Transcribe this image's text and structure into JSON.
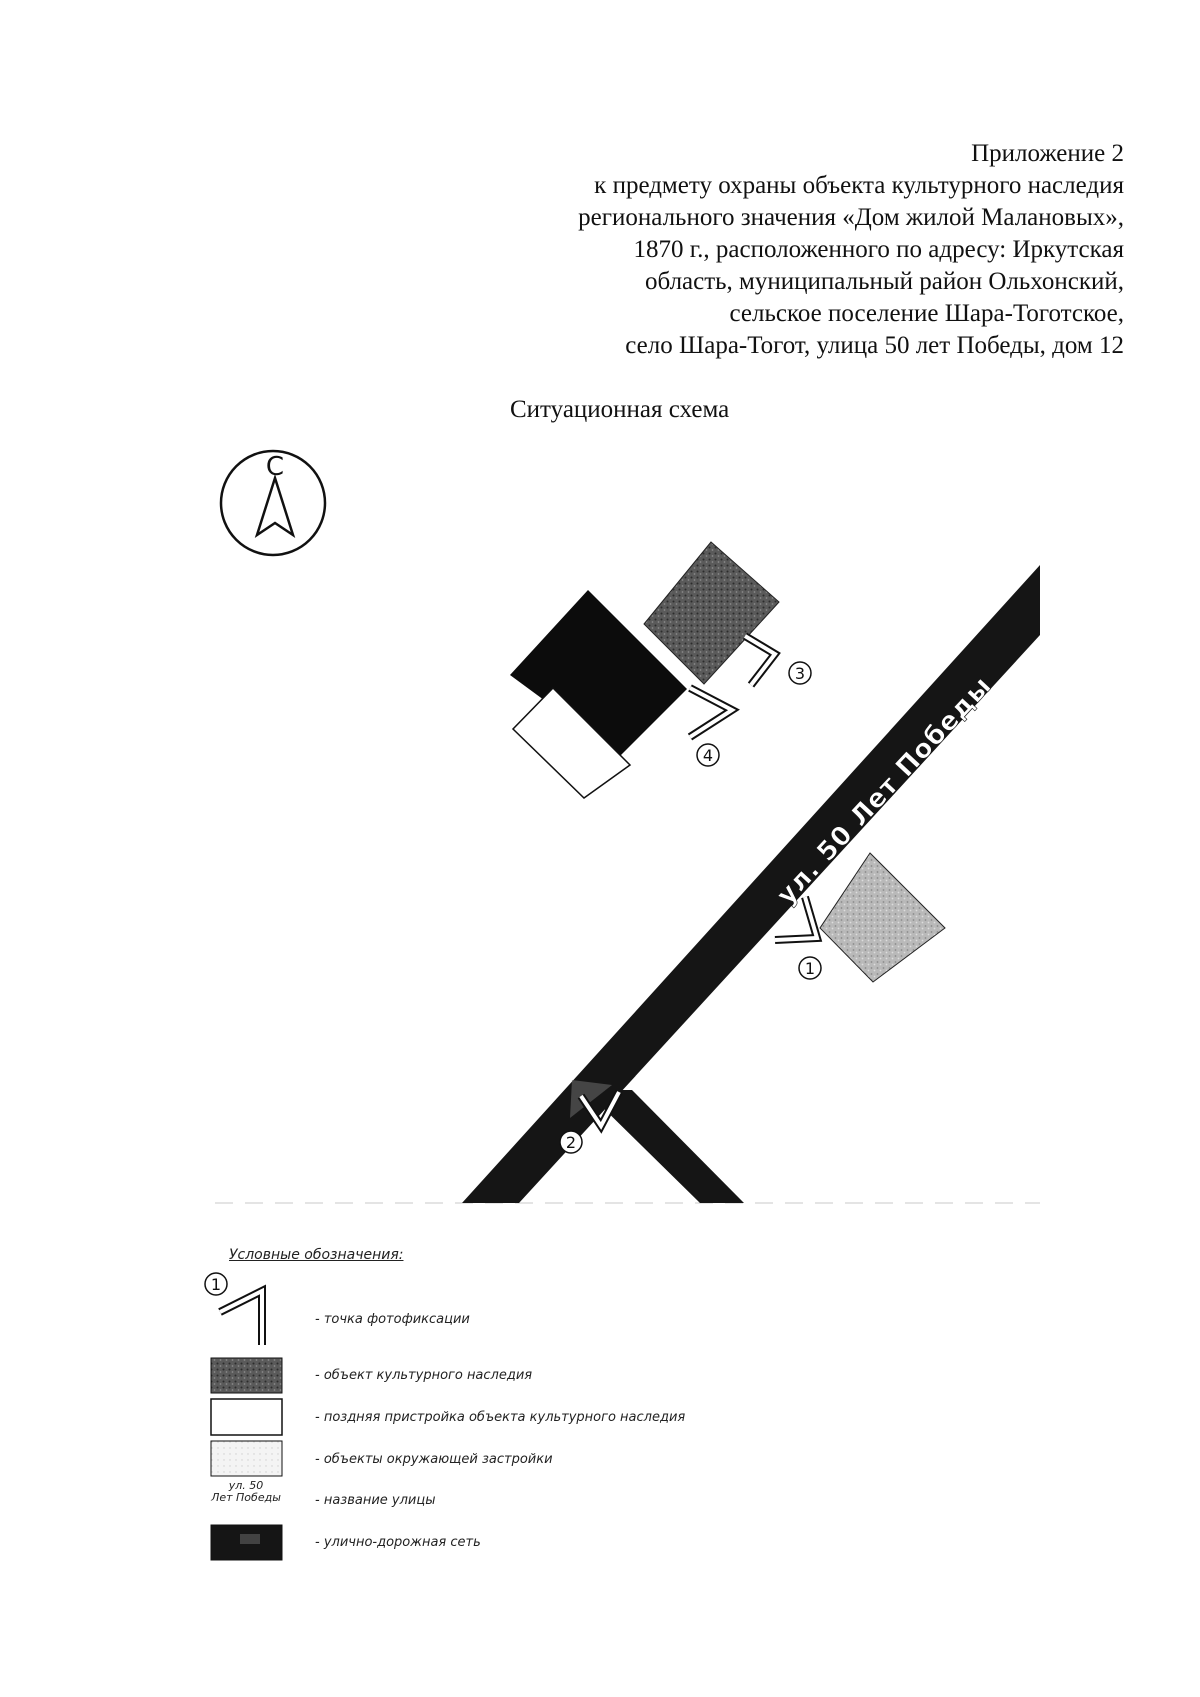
{
  "header": {
    "lines": [
      "Приложение 2",
      "к предмету охраны объекта культурного наследия",
      "регионального значения «Дом жилой Малановых»,",
      "1870 г., расположенного по адресу: Иркутская",
      "область, муниципальный район Ольхонский,",
      "сельское поселение Шара-Тоготское,",
      "село Шара-Тогот, улица 50 лет Победы, дом 12"
    ]
  },
  "scheme_title": "Ситуационная схема",
  "compass": {
    "north_label": "С",
    "icon": "north-arrow-icon"
  },
  "map": {
    "street_label": "ул. 50 Лет Победы",
    "photo_points": [
      "1",
      "2",
      "3",
      "4"
    ]
  },
  "legend": {
    "title": "Условные обозначения:",
    "sample_point_number": "1",
    "items": [
      {
        "symbol": "photo-point",
        "text": "- точка фотофиксации"
      },
      {
        "symbol": "heritage-object",
        "text": "- объект культурного наследия"
      },
      {
        "symbol": "late-extension",
        "text": "- поздняя пристройка объекта культурного наследия"
      },
      {
        "symbol": "surrounding-buildings",
        "text": "- объекты окружающей застройки"
      },
      {
        "symbol": "street-name",
        "text": "- название улицы"
      },
      {
        "symbol": "road-network",
        "text": "- улично-дорожная сеть"
      }
    ],
    "street_sample": {
      "line1": "ул. 50",
      "line2": "Лет Победы"
    }
  }
}
